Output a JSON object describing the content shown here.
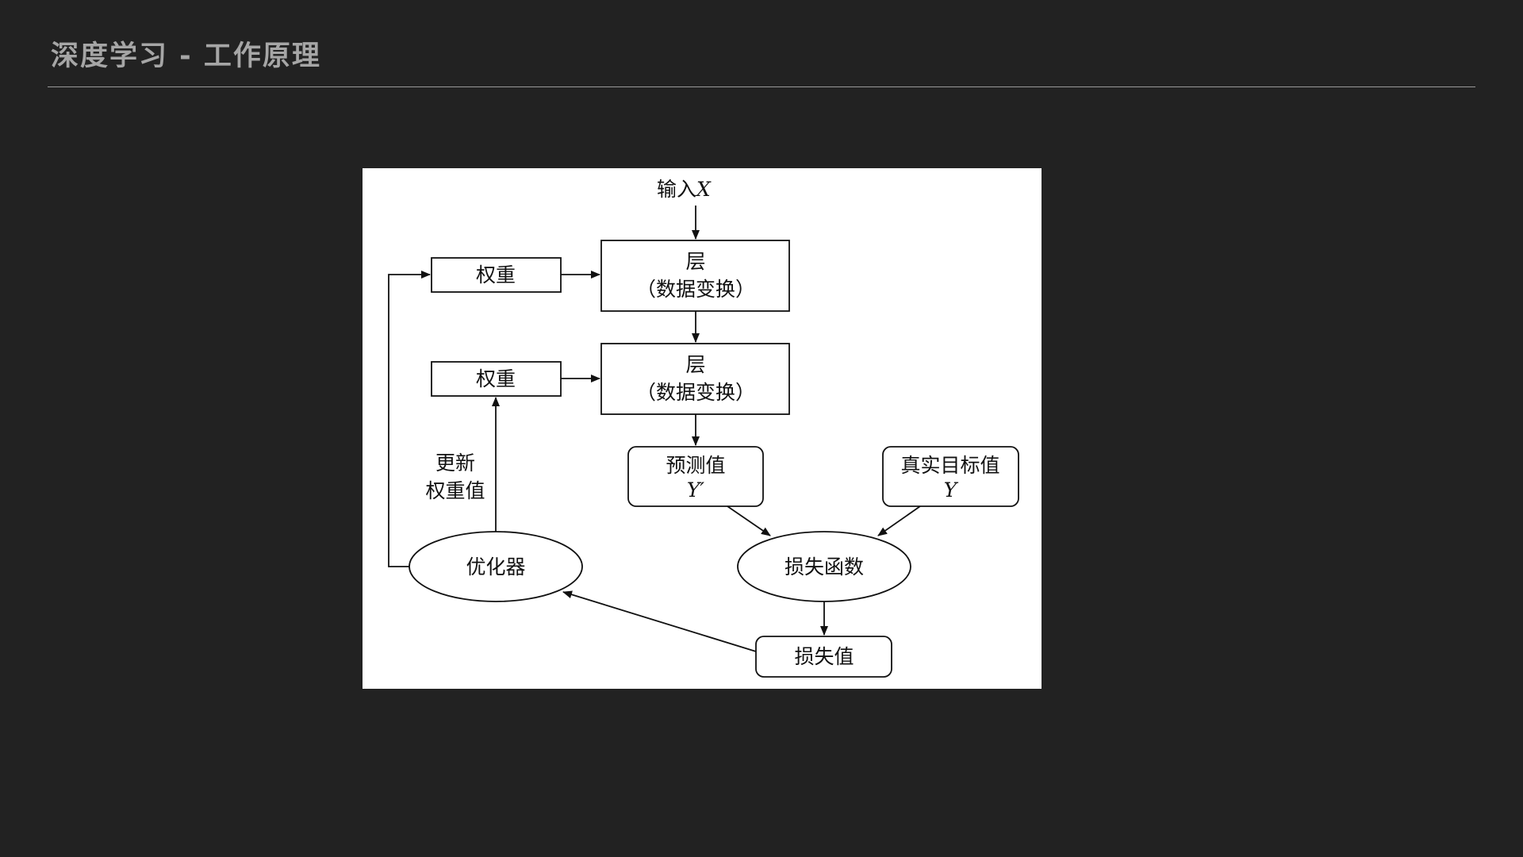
{
  "slide": {
    "title": "深度学习 - 工作原理"
  },
  "colors": {
    "background": "#222222",
    "title": "#a6a6a6",
    "rule": "#9a9a9a",
    "panel": "#ffffff",
    "ink": "#111111"
  },
  "diagram": {
    "input": {
      "prefix": "输入",
      "variable": "X"
    },
    "weights_top": "权重",
    "weights_bottom": "权重",
    "layer_top": {
      "line1": "层",
      "line2": "（数据变换）"
    },
    "layer_bottom": {
      "line1": "层",
      "line2": "（数据变换）"
    },
    "prediction": {
      "line1": "预测值",
      "line2": "Y′"
    },
    "true_target": {
      "line1": "真实目标值",
      "line2": "Y"
    },
    "update_label": {
      "line1": "更新",
      "line2": "权重值"
    },
    "optimizer": "优化器",
    "loss_function": "损失函数",
    "loss_value": "损失值"
  }
}
